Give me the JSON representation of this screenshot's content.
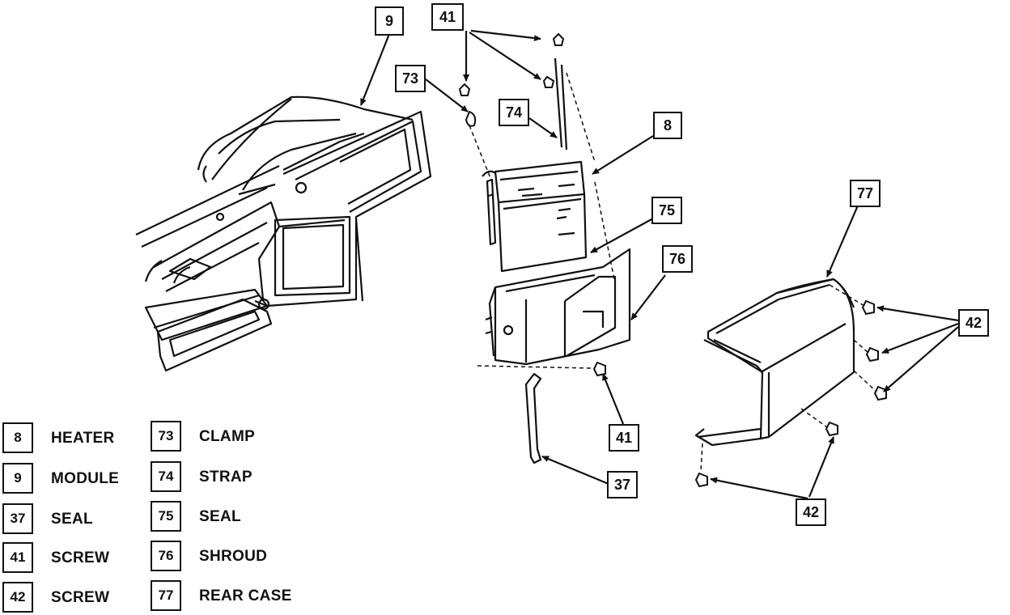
{
  "callouts": {
    "c9": "9",
    "c41_top": "41",
    "c73": "73",
    "c74": "74",
    "c8": "8",
    "c75": "75",
    "c76": "76",
    "c77": "77",
    "c42_right": "42",
    "c41_bottom": "41",
    "c37": "37",
    "c42_bottom": "42"
  },
  "legend": [
    {
      "num": "8",
      "label": "HEATER"
    },
    {
      "num": "9",
      "label": "MODULE"
    },
    {
      "num": "37",
      "label": "SEAL"
    },
    {
      "num": "41",
      "label": "SCREW"
    },
    {
      "num": "42",
      "label": "SCREW"
    },
    {
      "num": "73",
      "label": "CLAMP"
    },
    {
      "num": "74",
      "label": "STRAP"
    },
    {
      "num": "75",
      "label": "SEAL"
    },
    {
      "num": "76",
      "label": "SHROUD"
    },
    {
      "num": "77",
      "label": "REAR CASE"
    }
  ]
}
